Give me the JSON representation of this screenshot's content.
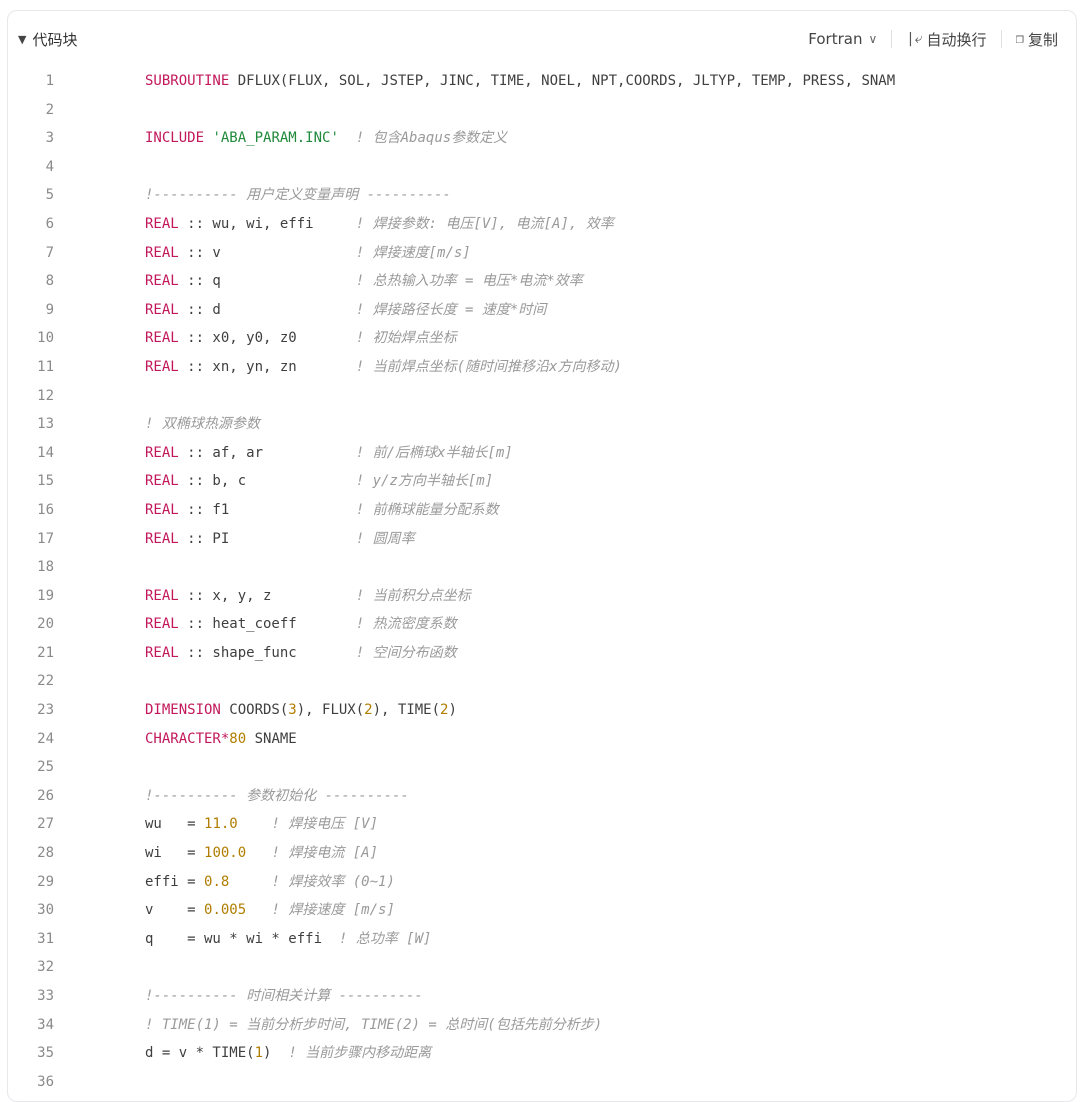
{
  "header": {
    "title": "代码块",
    "language": "Fortran",
    "wrap_label": "自动换行",
    "copy_label": "复制"
  },
  "code_lines": [
    {
      "n": "1",
      "t": [
        [
          "kw",
          "SUBROUTINE"
        ],
        [
          "p",
          " DFLUX(FLUX, SOL, JSTEP, JINC, TIME, NOEL, NPT,COORDS, JLTYP, TEMP, PRESS, SNAM"
        ]
      ]
    },
    {
      "n": "2",
      "t": []
    },
    {
      "n": "3",
      "t": [
        [
          "kw",
          "INCLUDE"
        ],
        [
          "p",
          " "
        ],
        [
          "str",
          "'ABA_PARAM.INC'"
        ],
        [
          "p",
          "  "
        ],
        [
          "cm",
          "! 包含Abaqus参数定义"
        ]
      ]
    },
    {
      "n": "4",
      "t": []
    },
    {
      "n": "5",
      "t": [
        [
          "cm",
          "!---------- 用户定义变量声明 ----------"
        ]
      ]
    },
    {
      "n": "6",
      "t": [
        [
          "kw",
          "REAL"
        ],
        [
          "p",
          " :: wu, wi, effi     "
        ],
        [
          "cm",
          "! 焊接参数: 电压[V], 电流[A], 效率"
        ]
      ]
    },
    {
      "n": "7",
      "t": [
        [
          "kw",
          "REAL"
        ],
        [
          "p",
          " :: v                "
        ],
        [
          "cm",
          "! 焊接速度[m/s]"
        ]
      ]
    },
    {
      "n": "8",
      "t": [
        [
          "kw",
          "REAL"
        ],
        [
          "p",
          " :: q                "
        ],
        [
          "cm",
          "! 总热输入功率 = 电压*电流*效率"
        ]
      ]
    },
    {
      "n": "9",
      "t": [
        [
          "kw",
          "REAL"
        ],
        [
          "p",
          " :: d                "
        ],
        [
          "cm",
          "! 焊接路径长度 = 速度*时间"
        ]
      ]
    },
    {
      "n": "10",
      "t": [
        [
          "kw",
          "REAL"
        ],
        [
          "p",
          " :: x0, y0, z0       "
        ],
        [
          "cm",
          "! 初始焊点坐标"
        ]
      ]
    },
    {
      "n": "11",
      "t": [
        [
          "kw",
          "REAL"
        ],
        [
          "p",
          " :: xn, yn, zn       "
        ],
        [
          "cm",
          "! 当前焊点坐标(随时间推移沿x方向移动)"
        ]
      ]
    },
    {
      "n": "12",
      "t": []
    },
    {
      "n": "13",
      "t": [
        [
          "cm",
          "! 双椭球热源参数"
        ]
      ]
    },
    {
      "n": "14",
      "t": [
        [
          "kw",
          "REAL"
        ],
        [
          "p",
          " :: af, ar           "
        ],
        [
          "cm",
          "! 前/后椭球x半轴长[m]"
        ]
      ]
    },
    {
      "n": "15",
      "t": [
        [
          "kw",
          "REAL"
        ],
        [
          "p",
          " :: b, c             "
        ],
        [
          "cm",
          "! y/z方向半轴长[m]"
        ]
      ]
    },
    {
      "n": "16",
      "t": [
        [
          "kw",
          "REAL"
        ],
        [
          "p",
          " :: f1               "
        ],
        [
          "cm",
          "! 前椭球能量分配系数"
        ]
      ]
    },
    {
      "n": "17",
      "t": [
        [
          "kw",
          "REAL"
        ],
        [
          "p",
          " :: PI               "
        ],
        [
          "cm",
          "! 圆周率"
        ]
      ]
    },
    {
      "n": "18",
      "t": []
    },
    {
      "n": "19",
      "t": [
        [
          "kw",
          "REAL"
        ],
        [
          "p",
          " :: x, y, z          "
        ],
        [
          "cm",
          "! 当前积分点坐标"
        ]
      ]
    },
    {
      "n": "20",
      "t": [
        [
          "kw",
          "REAL"
        ],
        [
          "p",
          " :: heat_coeff       "
        ],
        [
          "cm",
          "! 热流密度系数"
        ]
      ]
    },
    {
      "n": "21",
      "t": [
        [
          "kw",
          "REAL"
        ],
        [
          "p",
          " :: shape_func       "
        ],
        [
          "cm",
          "! 空间分布函数"
        ]
      ]
    },
    {
      "n": "22",
      "t": []
    },
    {
      "n": "23",
      "t": [
        [
          "kw",
          "DIMENSION"
        ],
        [
          "p",
          " COORDS("
        ],
        [
          "num",
          "3"
        ],
        [
          "p",
          "), FLUX("
        ],
        [
          "num",
          "2"
        ],
        [
          "p",
          "), TIME("
        ],
        [
          "num",
          "2"
        ],
        [
          "p",
          ")"
        ]
      ]
    },
    {
      "n": "24",
      "t": [
        [
          "kw",
          "CHARACTER*"
        ],
        [
          "num",
          "80"
        ],
        [
          "p",
          " SNAME"
        ]
      ]
    },
    {
      "n": "25",
      "t": []
    },
    {
      "n": "26",
      "t": [
        [
          "cm",
          "!---------- 参数初始化 ----------"
        ]
      ]
    },
    {
      "n": "27",
      "t": [
        [
          "p",
          "wu   = "
        ],
        [
          "num",
          "11.0"
        ],
        [
          "p",
          "    "
        ],
        [
          "cm",
          "! 焊接电压 [V]"
        ]
      ]
    },
    {
      "n": "28",
      "t": [
        [
          "p",
          "wi   = "
        ],
        [
          "num",
          "100.0"
        ],
        [
          "p",
          "   "
        ],
        [
          "cm",
          "! 焊接电流 [A]"
        ]
      ]
    },
    {
      "n": "29",
      "t": [
        [
          "p",
          "effi = "
        ],
        [
          "num",
          "0.8"
        ],
        [
          "p",
          "     "
        ],
        [
          "cm",
          "! 焊接效率 (0~1)"
        ]
      ]
    },
    {
      "n": "30",
      "t": [
        [
          "p",
          "v    = "
        ],
        [
          "num",
          "0.005"
        ],
        [
          "p",
          "   "
        ],
        [
          "cm",
          "! 焊接速度 [m/s]"
        ]
      ]
    },
    {
      "n": "31",
      "t": [
        [
          "p",
          "q    = wu * wi * effi  "
        ],
        [
          "cm",
          "! 总功率 [W]"
        ]
      ]
    },
    {
      "n": "32",
      "t": []
    },
    {
      "n": "33",
      "t": [
        [
          "cm",
          "!---------- 时间相关计算 ----------"
        ]
      ]
    },
    {
      "n": "34",
      "t": [
        [
          "cm",
          "! TIME(1) = 当前分析步时间, TIME(2) = 总时间(包括先前分析步)"
        ]
      ]
    },
    {
      "n": "35",
      "t": [
        [
          "p",
          "d = v * TIME("
        ],
        [
          "num",
          "1"
        ],
        [
          "p",
          ")  "
        ],
        [
          "cm",
          "! 当前步骤内移动距离"
        ]
      ]
    },
    {
      "n": "36",
      "t": []
    }
  ]
}
